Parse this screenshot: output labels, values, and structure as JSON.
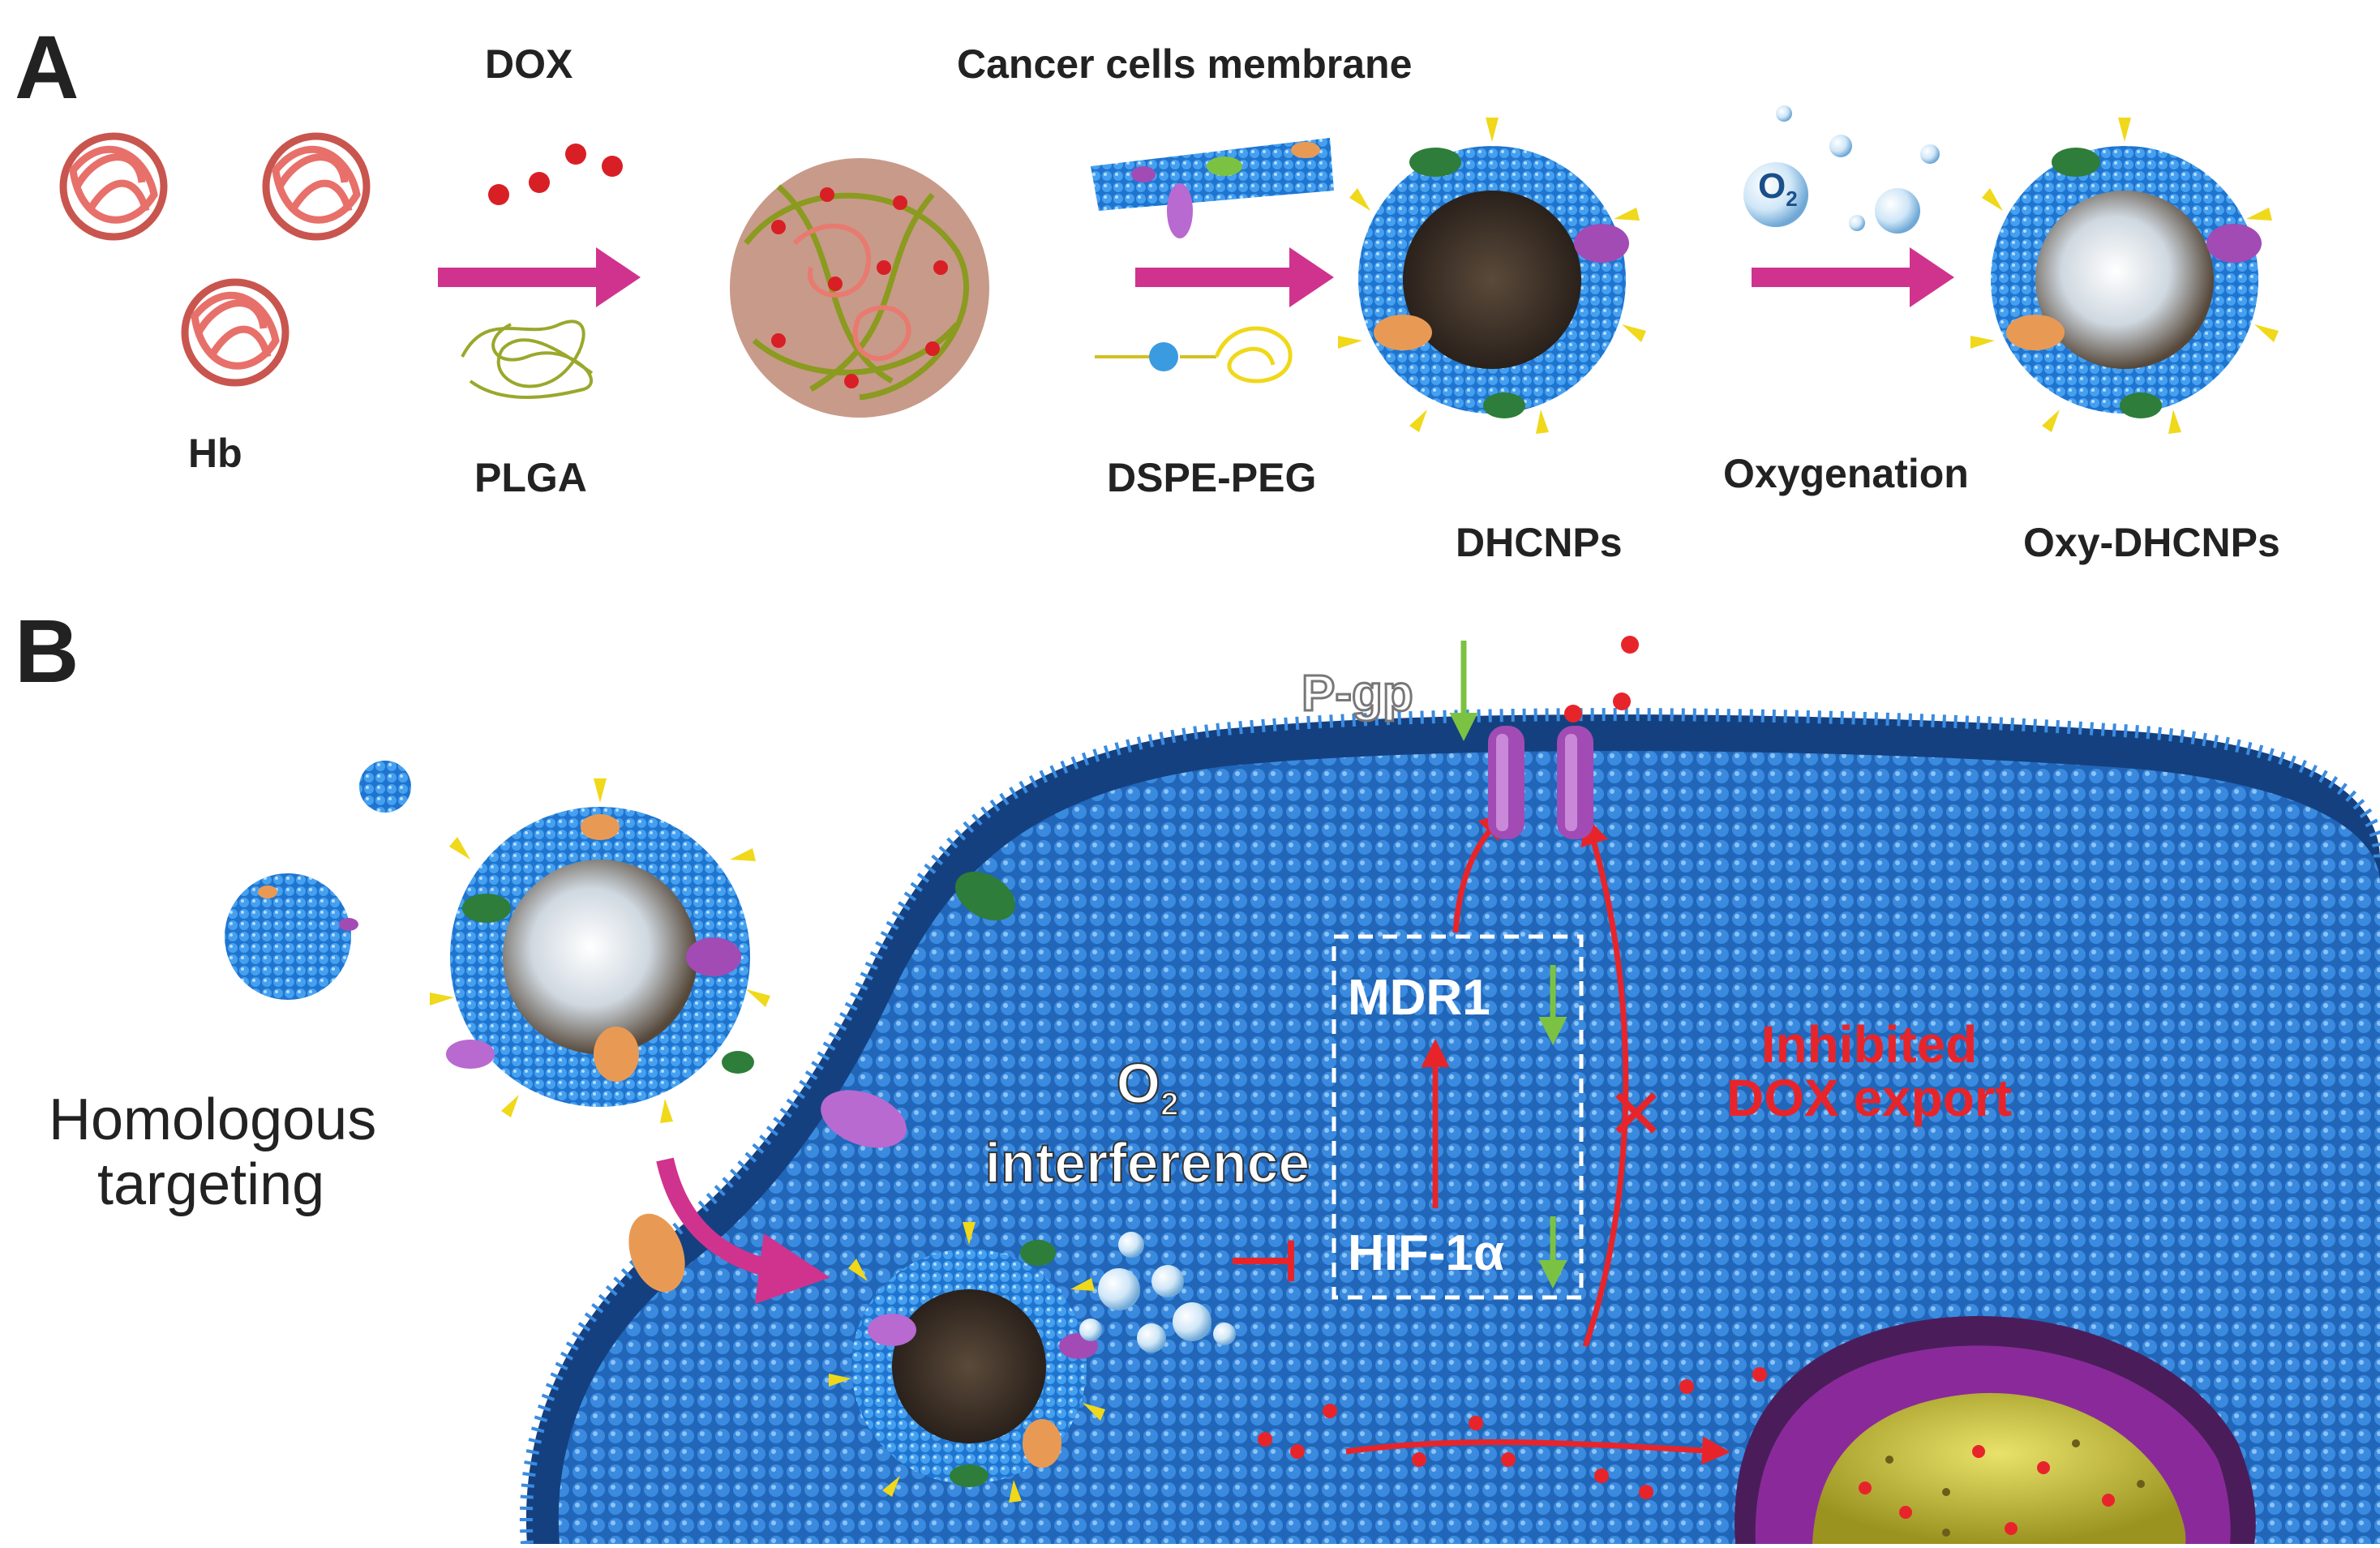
{
  "panels": {
    "a": "A",
    "b": "B"
  },
  "panel_a": {
    "hb": "Hb",
    "dox": "DOX",
    "plga": "PLGA",
    "membrane": "Cancer cells membrane",
    "dspe_peg": "DSPE-PEG",
    "dhcnps": "DHCNPs",
    "oxygenation": "Oxygenation",
    "oxy_dhcnps": "Oxy-DHCNPs",
    "o2_bubble": "O",
    "o2_sub": "2"
  },
  "panel_b": {
    "homologous": "Homologous",
    "targeting": "targeting",
    "o2": "O",
    "o2_sub": "2",
    "interference": "interference",
    "pgp": "P-gp",
    "mdr1": "MDR1",
    "hif": "HIF-1α",
    "inhibited": "Inhibited",
    "dox_export": "DOX export"
  },
  "colors": {
    "membrane_blue": "#1f7fd6",
    "cell_inner": "#2166b8",
    "arrow_magenta": "#d0338d",
    "red": "#e8242b",
    "green": "#7cc242",
    "hb": "#e8706a",
    "plga": "#9aa82c",
    "protein_purple": "#a24bb5",
    "nucleus_yellow": "#cbc23a"
  }
}
